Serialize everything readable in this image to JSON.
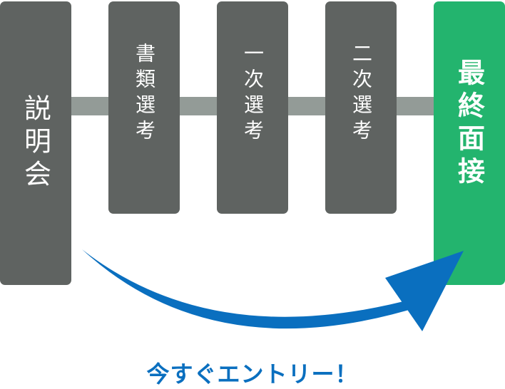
{
  "steps": [
    {
      "label": "説明会"
    },
    {
      "label": "書類選考"
    },
    {
      "label": "一次選考"
    },
    {
      "label": "二次選考"
    },
    {
      "label": "最終面接"
    }
  ],
  "cta": "今すぐエントリー！",
  "colors": {
    "step": "#5f6361",
    "final": "#23b46e",
    "connector": "#939b97",
    "arrow": "#0a6fbf"
  }
}
